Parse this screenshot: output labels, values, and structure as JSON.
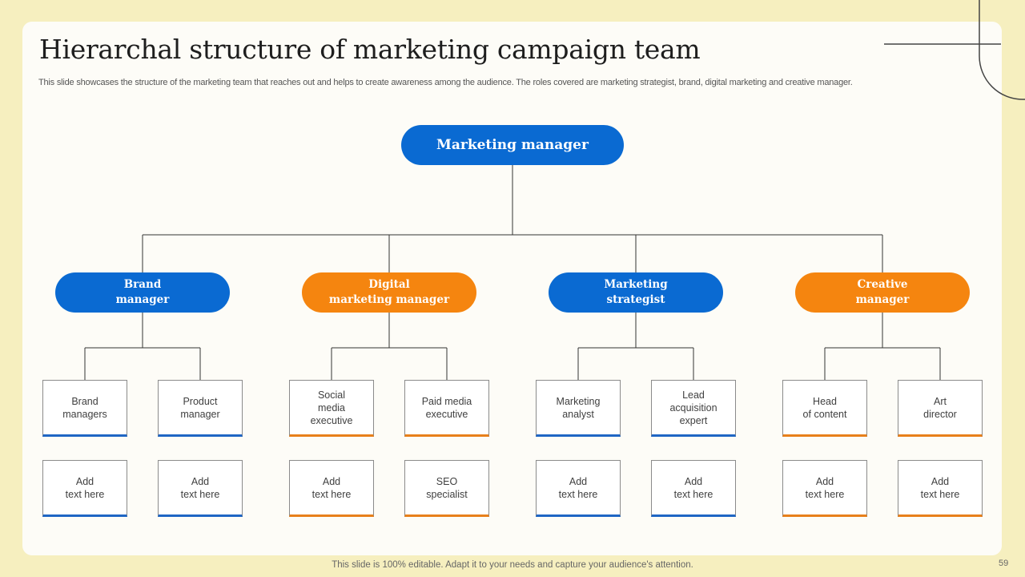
{
  "slide": {
    "title": "Hierarchal structure of marketing campaign team",
    "subtitle": "This slide showcases the structure of the marketing team that reaches out and helps to create awareness among the audience. The roles covered are marketing strategist, brand, digital marketing and creative manager.",
    "footer": "This slide is 100% editable. Adapt it to your needs and capture your audience's attention.",
    "page_number": "59"
  },
  "colors": {
    "blue": "#0a6ad2",
    "orange": "#f5850f",
    "background": "#f6efbf",
    "card": "#fdfcf7"
  },
  "org": {
    "root": "Marketing manager",
    "managers": [
      {
        "label": "Brand\nmanager",
        "color": "blue",
        "roles": [
          "Brand\nmanagers",
          "Product\nmanager"
        ],
        "extras": [
          "Add\ntext here",
          "Add\ntext here"
        ]
      },
      {
        "label": "Digital\nmarketing manager",
        "color": "orange",
        "roles": [
          "Social\nmedia\nexecutive",
          "Paid media\nexecutive"
        ],
        "extras": [
          "Add\ntext here",
          "SEO\nspecialist"
        ]
      },
      {
        "label": "Marketing\nstrategist",
        "color": "blue",
        "roles": [
          "Marketing\nanalyst",
          "Lead\nacquisition\nexpert"
        ],
        "extras": [
          "Add\ntext here",
          "Add\ntext here"
        ]
      },
      {
        "label": "Creative\nmanager",
        "color": "orange",
        "roles": [
          "Head\nof content",
          "Art\ndirector"
        ],
        "extras": [
          "Add\ntext here",
          "Add\ntext here"
        ]
      }
    ]
  }
}
